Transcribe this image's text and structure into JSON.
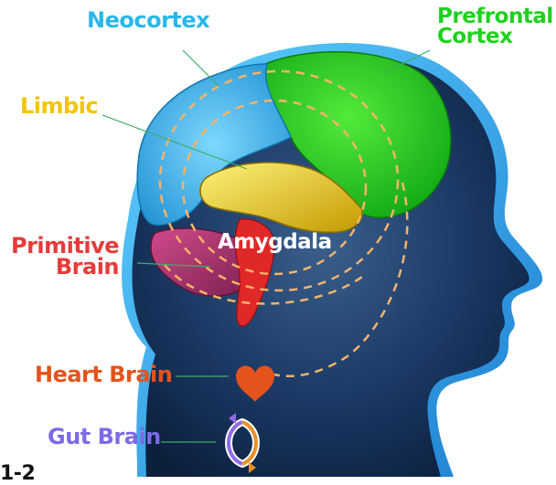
{
  "labels": {
    "neocortex": "Neocortex",
    "prefrontal_line1": "Prefrontal",
    "prefrontal_line2": "Cortex",
    "limbic": "Limbic",
    "primitive_line1": "Primitive",
    "primitive_line2": "Brain",
    "amygdala": "Amygdala",
    "heart": "Heart Brain",
    "gut": "Gut Brain",
    "partial_bottom": "1-2"
  },
  "colors": {
    "neocortex": "#29b7ea",
    "prefrontal": "#1fd11f",
    "limbic": "#f2c500",
    "primitive": "#e83a3a",
    "amygdala": "#ffffff",
    "heart": "#e3531c",
    "gut": "#7c6ae6",
    "head_dark": "#0f2a4f",
    "head_glow": "#2aa5e8",
    "dashed": "#f6b36a"
  },
  "icons": {
    "heart": "heart-icon",
    "gut": "gut-infinity-icon"
  }
}
